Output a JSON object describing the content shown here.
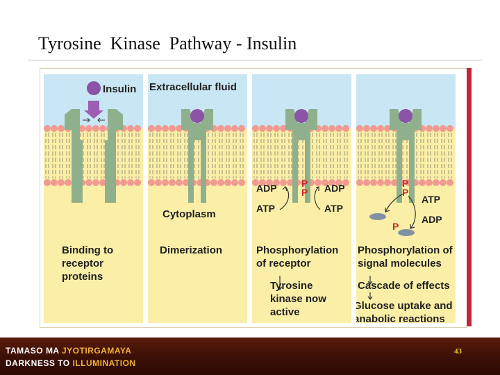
{
  "title": "Tyrosine  Kinase  Pathway - Insulin",
  "colors": {
    "fluid": "#c9e6f5",
    "cytoplasm": "#fbefa8",
    "lipid_head": "#f19a91",
    "receptor": "#8fb08c",
    "insulin": "#8b54a6",
    "phosphate": "#c62d2d",
    "footer": "#3a0f05"
  },
  "panels": [
    {
      "top_label": "Insulin",
      "top_label2": "Extracellular fluid",
      "mid_label": "",
      "caption": "Binding to\nreceptor\nproteins"
    },
    {
      "mid_label": "Cytoplasm",
      "caption": "Dimerization"
    },
    {
      "adp_left": "ADP",
      "adp_right": "ADP",
      "atp_left": "ATP",
      "atp_right": "ATP",
      "p_top": "P",
      "p_bottom": "P",
      "caption": "Phosphorylation\nof receptor",
      "sub": "Tyrosine\nkinase now\nactive"
    },
    {
      "p_top": "P",
      "p_bottom": "P",
      "atp": "ATP",
      "adp": "ADP",
      "p_signal": "P",
      "caption": "Phosphorylation of\nsignal molecules",
      "sub1": "Cascade of effects",
      "sub2": "Glucose uptake and\nanabolic reactions"
    }
  ],
  "footer": {
    "line1_a": "TAMASO MA ",
    "line1_b": "JYOTIRGAMAYA",
    "line2_a": "DARKNESS TO ",
    "line2_b": "ILLUMINATION"
  },
  "page_number": "43"
}
